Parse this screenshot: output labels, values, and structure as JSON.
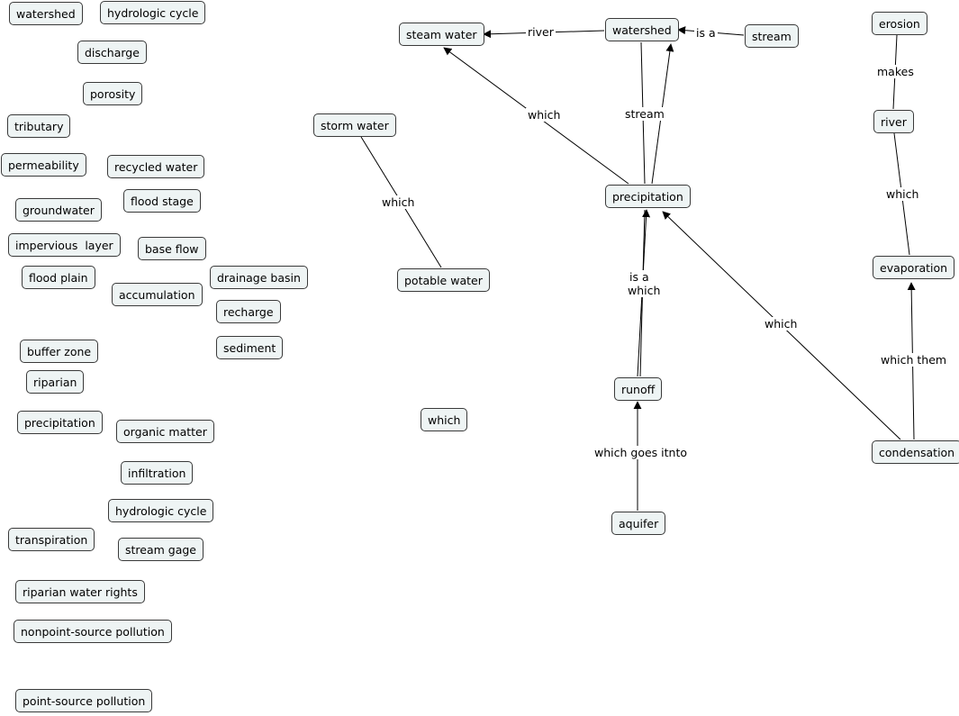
{
  "concepts": {
    "n01": "watershed",
    "n02": "hydrologic cycle",
    "n03": "discharge",
    "n04": "porosity",
    "n05": "tributary",
    "n06": "permeability",
    "n07": "recycled water",
    "n08": "flood stage",
    "n09": "groundwater",
    "n10": "impervious  layer",
    "n11": "base flow",
    "n12": "flood plain",
    "n13": "accumulation",
    "n14": "drainage basin",
    "n15": "recharge",
    "n16": "sediment",
    "n17": "buffer zone",
    "n18": "riparian",
    "n19": "precipitation",
    "n20": "organic matter",
    "n21": "infiltration",
    "n22": "hydrologic cycle",
    "n23": "transpiration",
    "n24": "stream gage",
    "n25": "riparian water rights",
    "n26": "nonpoint-source pollution",
    "n27": "point-source pollution",
    "n28": "storm water",
    "n29": "potable water",
    "n30": "which",
    "n31": "steam water",
    "n32": "watershed",
    "n33": "stream",
    "n34": "precipitation",
    "n35": "runoff",
    "n36": "aquifer",
    "n37": "erosion",
    "n38": "river",
    "n39": "evaporation",
    "n40": "condensation"
  },
  "linking_phrases": {
    "l01": "river",
    "l02": "is a",
    "l03": "which",
    "l04": "stream",
    "l05": "which",
    "l06": "is a",
    "l07": "which",
    "l08": "which",
    "l09": "which goes itnto",
    "l10": "makes",
    "l11": "which",
    "l12": "which them"
  }
}
